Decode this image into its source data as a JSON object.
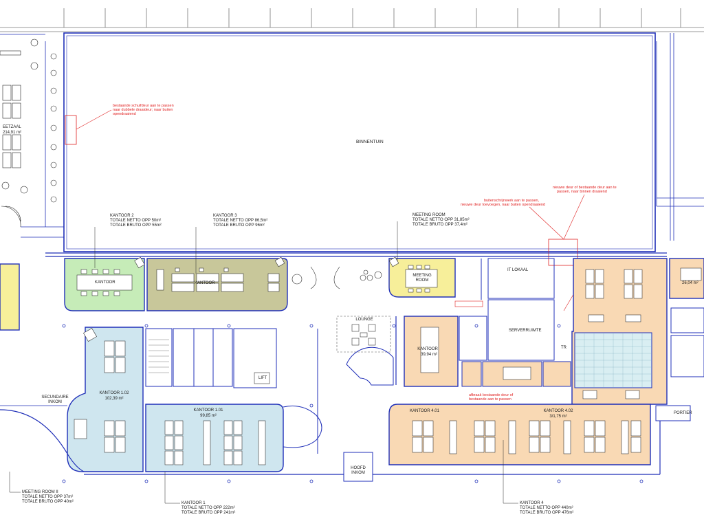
{
  "rooms": {
    "binnentuin": "BINNENTUIN",
    "eetzaal": {
      "name": "EETZAAL",
      "area": "214,91 m²"
    },
    "kantoor2": {
      "name": "KANTOOR 2",
      "netto": "TOTALE NETTO OPP 50m²",
      "bruto": "TOTALE BRUTO OPP 55m²",
      "tag": "KANTOOR"
    },
    "kantoor3": {
      "name": "KANTOOR 3",
      "netto": "TOTALE NETTO OPP 86,5m²",
      "bruto": "TOTALE BRUTO OPP 96m²",
      "tag": "KANTOOR"
    },
    "meeting": {
      "name": "MEETING ROOM",
      "netto": "TOTALE NETTO OPP 31,85m²",
      "bruto": "TOTALE BRUTO OPP 37,4m²",
      "tag_line1": "MEETING",
      "tag_line2": "ROOM"
    },
    "kantoor102": {
      "name": "KANTOOR 1.02",
      "area": "102,39 m²"
    },
    "kantoor101": {
      "name": "KANTOOR 1.01",
      "area": "99,85 m²"
    },
    "kantoor1": {
      "name": "KANTOOR 1",
      "netto": "TOTALE NETTO OPP 222m²",
      "bruto": "TOTALE BRUTO OPP 241m²"
    },
    "meeting2": {
      "name": "MEETING ROOM II",
      "netto": "TOTALE NETTO OPP 37m²",
      "bruto": "TOTALE BRUTO OPP 40m²"
    },
    "secundaire": {
      "line1": "SECUNDAIRE",
      "line2": "INKOM"
    },
    "hoofd": {
      "line1": "HOOFD",
      "line2": "INKOM"
    },
    "lounge": "LOUNGE",
    "kantoor4room": {
      "name": "KANTOOR",
      "area": "39,94 m²"
    },
    "kantoor401": {
      "name": "KANTOOR 4.01"
    },
    "kantoor402": {
      "name": "KANTOOR 4.02",
      "area": "3/1,75 m²"
    },
    "kantoor4": {
      "name": "KANTOOR 4",
      "netto": "TOTALE NETTO OPP 440m²",
      "bruto": "TOTALE BRUTO OPP 476m²"
    },
    "topright": {
      "area": "26,04 m²"
    },
    "portier": "PORTIER",
    "serverruimte": "SERVERRUIMTE",
    "lift": "LIFT",
    "tr": "TR",
    "toilet_label": "IT LOKAAL"
  },
  "notes": {
    "note1": [
      "bestaande schuifdeur aan te passen",
      "naar dubbele draaideur; naar buiten",
      "opendraaiend"
    ],
    "note2": [
      "nieuwe deur of bestaande deur aan te",
      "passen, naar binnen draaiend"
    ],
    "note3": [
      "buitenschrijnwerk aan te passen,",
      "nieuwe deur toevoegen, naar buiten opendraaiend"
    ],
    "note4": [
      "afbraak bestaande deur of",
      "bestaande aan te passen"
    ]
  },
  "colors": {
    "wall": "#1f2fb8",
    "green": "#c6ecb8",
    "olive": "#c8c79a",
    "yellow": "#f7ef9a",
    "blue": "#cfe6ef",
    "orange": "#f9d9b4",
    "note": "#e02020"
  }
}
